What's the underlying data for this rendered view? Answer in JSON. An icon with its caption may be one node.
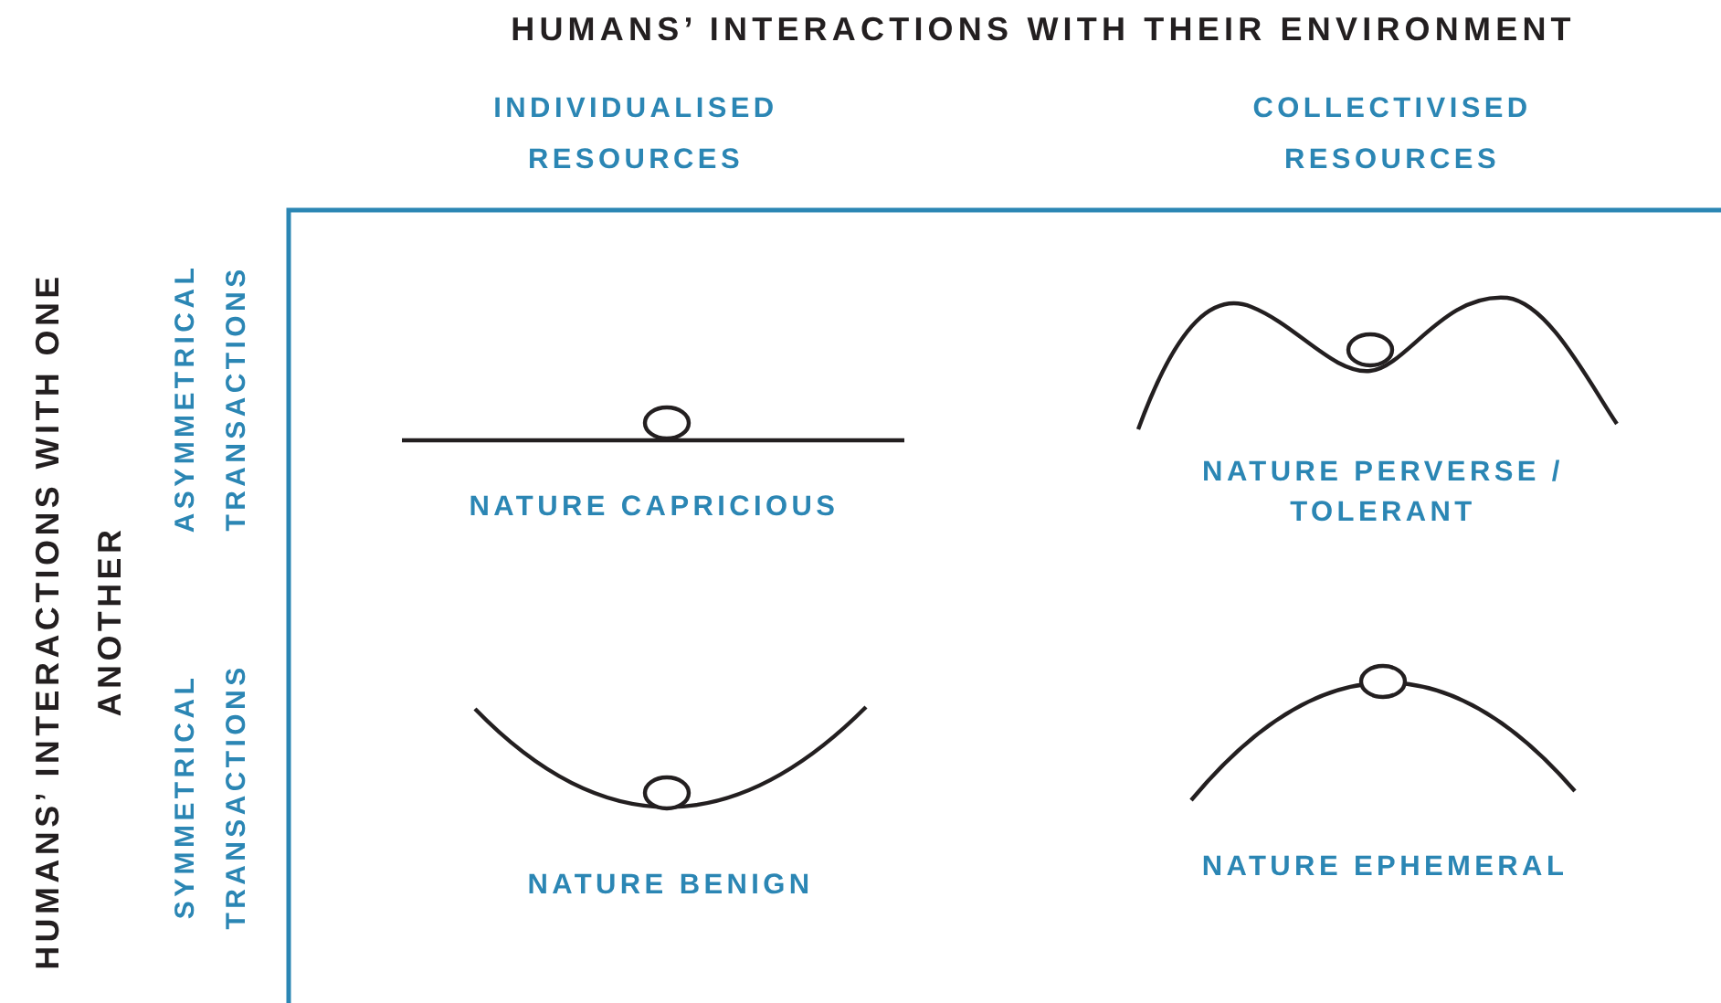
{
  "diagram": {
    "title": "HUMANS’ INTERACTIONS WITH THEIR ENVIRONMENT",
    "labels": [
      "INDIVIDUALISED RESOURCES",
      "COLLECTIVISED RESOURCES",
      "HUMANS’ INTERACTIONS WITH ONE ANOTHER",
      "ASYMMETRICAL TRANSACTIONS",
      "NATURE CAPRICIOUS",
      "NATURE PERVERSE / TOLERANT",
      "SYMMETRICAL TRANSACTIONS",
      "NATURE BENIGN",
      "NATURE EPHEMERAL"
    ]
  }
}
